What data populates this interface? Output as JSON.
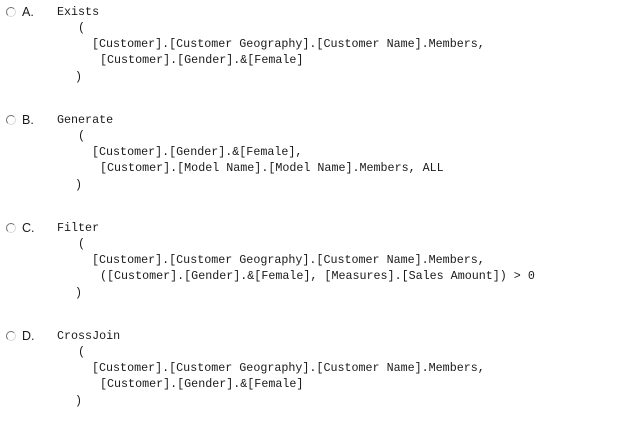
{
  "options": [
    {
      "letter": "A.",
      "lines": [
        "Exists",
        "(",
        "[Customer].[Customer Geography].[Customer Name].Members,",
        "[Customer].[Gender].&[Female]",
        ")"
      ]
    },
    {
      "letter": "B.",
      "lines": [
        "Generate",
        "(",
        "[Customer].[Gender].&[Female],",
        "[Customer].[Model Name].[Model Name].Members, ALL",
        ")"
      ]
    },
    {
      "letter": "C.",
      "lines": [
        "Filter",
        "(",
        "[Customer].[Customer Geography].[Customer Name].Members,",
        "([Customer].[Gender].&[Female], [Measures].[Sales Amount]) > 0",
        ")"
      ]
    },
    {
      "letter": "D.",
      "lines": [
        "CrossJoin",
        "(",
        "[Customer].[Customer Geography].[Customer Name].Members,",
        "[Customer].[Gender].&[Female]",
        ")"
      ]
    }
  ]
}
